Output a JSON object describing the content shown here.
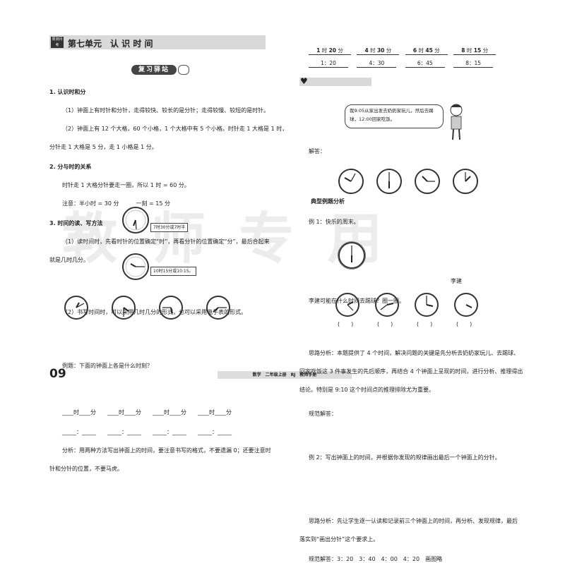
{
  "watermark": "教 师 专 用",
  "left": {
    "unit_badge": "周测月考",
    "unit_title": "第七单元　认 识 时 间",
    "review_banner": "复习驿站",
    "s1_head": "1.  认识时和分",
    "s1_l1": "（1）钟面上有时针和分针，走得较快、较长的是分针；走得较慢、较短的是时针。",
    "s1_l2": "（2）钟面上有 12 个大格，60 个小格，1 个大格中有 5 个小格。时针走 1 大格是 1 时，",
    "s1_l3": "分针走 1 大格是 5 分，走 1 小格是 1 分。",
    "s2_head": "2.  分与时的关系",
    "s2_l1": "时针走 1 大格分针要走一圈，所以 1 时 = 60 分。",
    "s2_l2": "注意：半小时 = 30 分　　　一刻 = 15 分",
    "s3_head": "3.  时间的读、写方法",
    "s3_l1": "（1）读时间时，先看时针的位置确定“时”，再看分针的位置确定“分”，最后合起来",
    "s3_l2": "就是几时几分。",
    "callout1": "7时30分或7时半",
    "s3_l3": "（2）书写时间时，可以采用几时几分的形式，也可以采用电子表的形式。",
    "callout2": "10时15分或10:15。",
    "ex_label": "例题：下面的钟面上各是什么时刻？",
    "fill_row1": "____时____分　　____时____分　　____时____分　　____时____分",
    "fill_row2": "_____：_____　　_____：_____　　_____：_____　　_____：_____",
    "analysis_l1": "分析：用两种方法写出钟面上的时间，要注意书写的格式，不要遗漏 0；还要注意时",
    "analysis_l2": "针和分针的位置，不要马虎。",
    "page_number": "09"
  },
  "right": {
    "answer_label": "解答：",
    "answers_row1": [
      {
        "h": "1",
        "m": "20"
      },
      {
        "h": "4",
        "m": "30"
      },
      {
        "h": "6",
        "m": "45"
      },
      {
        "h": "8",
        "m": "15"
      }
    ],
    "answers_row2": [
      "1：20",
      "4：30",
      "6：45",
      "8：15"
    ],
    "unit_hour": "时",
    "unit_min": "分",
    "section_title": "典型例题分析",
    "ex1_title": "例 1：快乐的周末。",
    "speech": "我9:05从家出发去奶奶家玩儿，然后去踢球，12:00回家吃饭。",
    "character_name": "李建",
    "ex1_question": "李建可能在什么时间去踢球？圈一圈。",
    "ex1_analysis_l1": "思路分析：本题提供了 4 个时间，解决问题的关键是先分析去奶奶家玩儿、去踢球、",
    "ex1_analysis_l2": "回家吃饭这 3 件事发生的先后顺序，再结合 4 个钟面上呈现的时间，进行分析、推理得出",
    "ex1_analysis_l3": "结论。特别是 9:10 这个时间点的推理排除尤为重要。",
    "ex1_solution": "规范解答：",
    "ex2_title": "例 2：写出钟面上的时间，并根据你发现的规律画出最后一个钟面上的分针。",
    "parens": [
      "(　　)",
      "(　　)",
      "(　　)",
      "(　　)"
    ],
    "ex2_analysis_l1": "思路分析：先让学生逐一认读和记录前三个钟面上的时间，再分析、发现规律，最后",
    "ex2_analysis_l2": "落实到“画出分针”这个要求上。",
    "ex2_solution": "规范解答：3：20　3：40　4：00　4：20　画图略",
    "footer": "数学　二年级上册　RJ　教师手册"
  }
}
